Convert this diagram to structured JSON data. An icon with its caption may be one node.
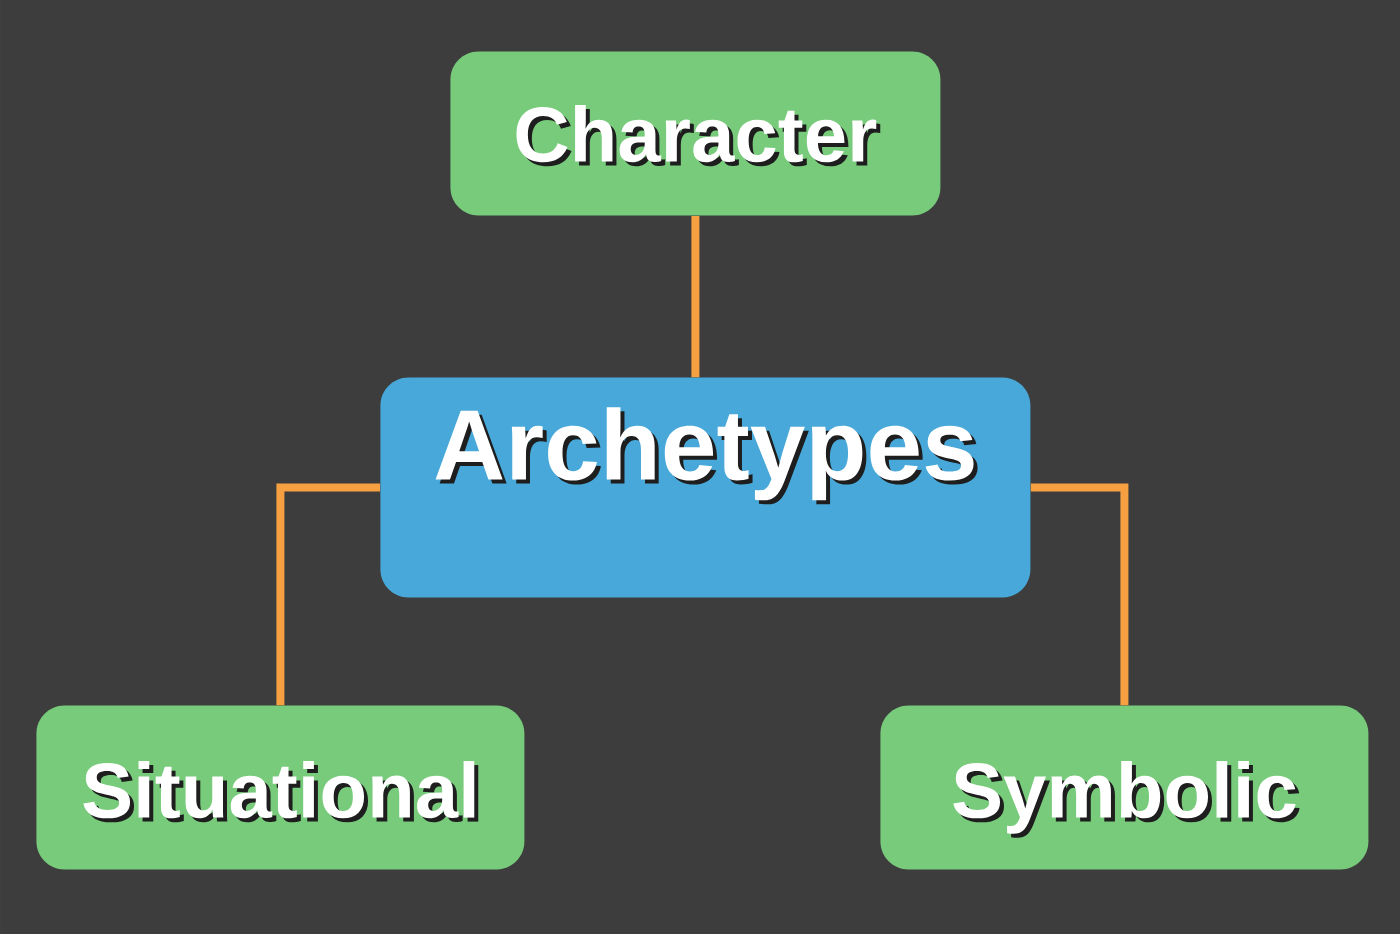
{
  "diagram": {
    "nodes": [
      {
        "text": [
          "Character"
        ]
      },
      {
        "text": [
          "Archetypes"
        ]
      },
      {
        "text": [
          "Situational"
        ]
      },
      {
        "text": [
          "Symbolic"
        ]
      }
    ],
    "edges": [
      {
        "from": 1,
        "to": 0,
        "arrow": "none"
      },
      {
        "from": 1,
        "to": 2,
        "arrow": "none"
      },
      {
        "from": 1,
        "to": 3,
        "arrow": "none"
      }
    ]
  }
}
